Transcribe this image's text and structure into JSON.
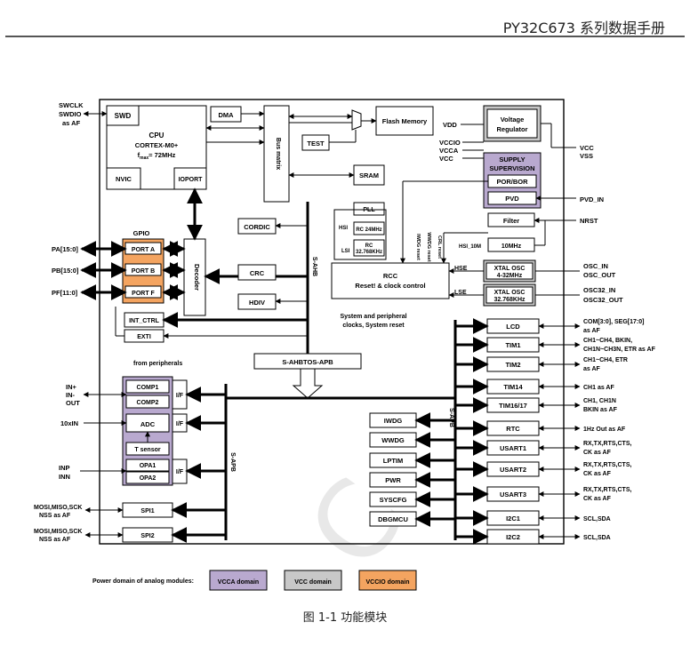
{
  "header": {
    "title": "PY32C673 系列数据手册"
  },
  "caption": "图 1-1 功能模块",
  "colors": {
    "vcca": "#b9a9cf",
    "vcc": "#c8c8c8",
    "vccio": "#f4a460",
    "line": "#000000"
  },
  "diagram": {
    "swd": "SWD",
    "cpu": {
      "line1": "CPU",
      "line2": "CORTEX-M0+",
      "line3": "f",
      "line3_sub": "max",
      "line3_rest": "= 72MHz"
    },
    "nvic": "NVIC",
    "ioport": "IOPORT",
    "dma": "DMA",
    "bus_matrix": "Bus matrix",
    "flash": "Flash Memory",
    "test": "TEST",
    "sram": "SRAM",
    "voltage_regulator": {
      "line1": "Voltage",
      "line2": "Regulator"
    },
    "supply_supervision": {
      "line1": "SUPPLY",
      "line2": "SUPERVISION"
    },
    "por_bor": "POR/BOR",
    "pvd": "PVD",
    "gpio": "GPIO",
    "ports": [
      "PORT A",
      "PORT B",
      "PORT F"
    ],
    "decoder": "Decoder",
    "cordic": "CORDIC",
    "crc": "CRC",
    "hdiv": "HDIV",
    "s_ahb": "S-AHB",
    "pll": "PLL",
    "hsi": "HSI",
    "rc24": "RC 24MHz",
    "lsi": "LSI",
    "rc32": {
      "line1": "RC",
      "line2": "32.768KHz"
    },
    "rcc": {
      "line1": "RCC",
      "line2": "Reset! & clock control"
    },
    "resets": [
      "IWDG reset",
      "WWDG reset",
      "CRL reset"
    ],
    "filter": "Filter",
    "hsi_10m": "HSI_10M",
    "osc10": "10MHz",
    "hse": "HSE",
    "lse": "LSE",
    "xtal_hse": {
      "line1": "XTAL OSC",
      "line2": "4-32MHz"
    },
    "xtal_lse": {
      "line1": "XTAL OSC",
      "line2": "32.768KHz"
    },
    "sys_clocks": {
      "line1": "System and peripheral",
      "line2": "clocks, System reset"
    },
    "int_ctrl": "INT_CTRL",
    "exti": "EXTI",
    "from_peripherals": "from peripherals",
    "bridge": "S-AHBTOS-APB",
    "comp": [
      "COMP1",
      "COMP2"
    ],
    "adc": "ADC",
    "t_sensor": "T sensor",
    "opa": [
      "OPA1",
      "OPA2"
    ],
    "if": "I/F",
    "s_apb": "S-APB",
    "spi": [
      "SPI1",
      "SPI2"
    ],
    "mid_periph": [
      "IWDG",
      "WWDG",
      "LPTIM",
      "PWR",
      "SYSCFG",
      "DBGMCU"
    ],
    "right_periph": [
      "LCD",
      "TIM1",
      "TIM2",
      "TIM14",
      "TIM16/17",
      "RTC",
      "USART1",
      "USART2",
      "USART3",
      "I2C1",
      "I2C2"
    ],
    "pins_left": {
      "swclk": "SWCLK",
      "swdio": "SWDIO",
      "as_af": "as AF",
      "pa": "PA[15:0]",
      "pb": "PB[15:0]",
      "pf": "PF[11:0]",
      "in_p": "IN+",
      "in_m": "IN-",
      "out": "OUT",
      "xin": "10xIN",
      "inp": "INP",
      "inn": "INN",
      "spi1": [
        "MOSI,MISO,SCK",
        "NSS as AF"
      ],
      "spi2": [
        "MOSI,MISO,SCK",
        "NSS as AF"
      ]
    },
    "pins_right": {
      "vdd": "VDD",
      "vccio": "VCCIO",
      "vcca": "VCCA",
      "vcc": "VCC",
      "vcc_out": "VCC",
      "vss": "VSS",
      "pvd_in": "PVD_IN",
      "nrst": "NRST",
      "osc_in": "OSC_IN",
      "osc_out": "OSC_OUT",
      "osc32_in": "OSC32_IN",
      "osc32_out": "OSC32_OUT",
      "lcd": [
        "COM[3:0], SEG[17:0]",
        "as AF"
      ],
      "tim1": [
        "CH1~CH4, BKIN,",
        "CH1N~CH3N, ETR  as AF"
      ],
      "tim2": [
        "CH1~CH4,  ETR",
        "as AF"
      ],
      "tim14": [
        "CH1 as AF"
      ],
      "tim1617": [
        "CH1, CH1N",
        "BKIN as AF"
      ],
      "rtc": [
        "1Hz Out as AF"
      ],
      "usart1": [
        "RX,TX,RTS,CTS,",
        "CK as AF"
      ],
      "usart2": [
        "RX,TX,RTS,CTS,",
        "CK as AF"
      ],
      "usart3": [
        "RX,TX,RTS,CTS,",
        "CK as AF"
      ],
      "i2c1": [
        "SCL,SDA"
      ],
      "i2c2": [
        "SCL,SDA"
      ]
    },
    "legend": {
      "label": "Power domain of analog modules:",
      "vcca": "VCCA domain",
      "vcc": "VCC domain",
      "vccio": "VCCIO domain"
    }
  }
}
